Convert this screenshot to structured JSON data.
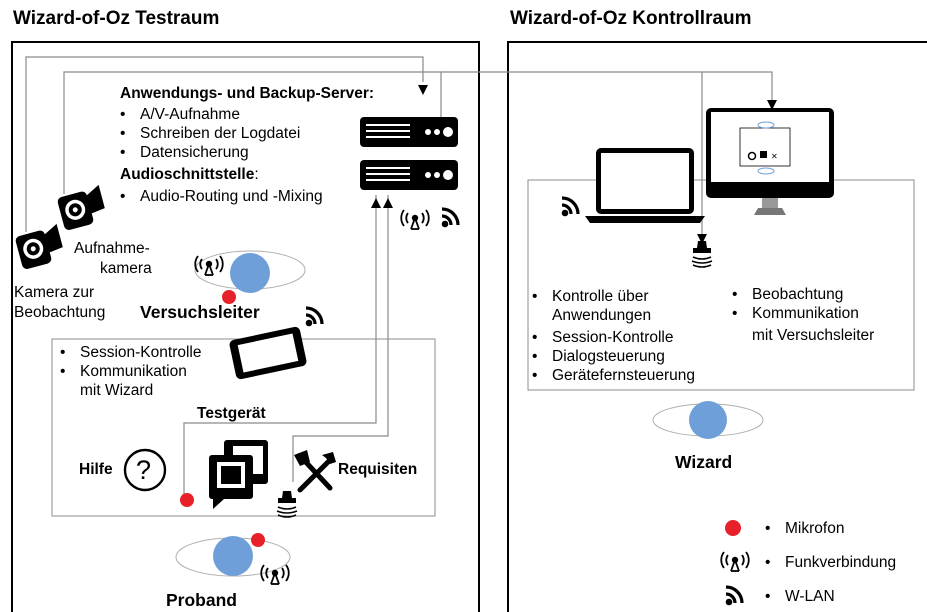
{
  "left_room": {
    "title": "Wizard-of-Oz Testraum",
    "server": {
      "heading": "Anwendungs- und Backup-Server:",
      "items": [
        "A/V-Aufnahme",
        "Schreiben der Logdatei",
        "Datensicherung"
      ],
      "audio_heading": "Audioschnittstelle",
      "audio_heading_suffix": ":",
      "audio_items": [
        "Audio-Routing und -Mixing"
      ]
    },
    "recording_camera_label": [
      "Aufnahme-",
      "kamera"
    ],
    "observation_camera_label": [
      "Kamera zur",
      "Beobachtung"
    ],
    "experimenter_label": "Versuchsleiter",
    "tablet_items": [
      "Session-Kontrolle",
      "Kommunikation"
    ],
    "tablet_item_cont": "mit Wizard",
    "testgeraet_label": "Testgerät",
    "hilfe_label": "Hilfe",
    "help_symbol": "?",
    "requisiten_label": "Requisiten",
    "proband_label": "Proband"
  },
  "right_room": {
    "title": "Wizard-of-Oz Kontrollraum",
    "wizard_items_left": [
      "Kontrolle über"
    ],
    "wizard_items_left_cont": "Anwendungen",
    "wizard_items_left_more": [
      "Session-Kontrolle",
      "Dialogsteuerung",
      "Gerätefernsteuerung"
    ],
    "wizard_items_right": [
      "Beobachtung",
      "Kommunikation"
    ],
    "wizard_items_right_cont": "mit Versuchsleiter",
    "wizard_label": "Wizard",
    "legend": {
      "microphone": "Mikrofon",
      "radio": "Funkverbindung",
      "wlan": "W-LAN"
    }
  },
  "colors": {
    "person": "#6f9fd8",
    "microphone": "#e8202a",
    "line": "#000000",
    "gray_line": "#909090"
  }
}
